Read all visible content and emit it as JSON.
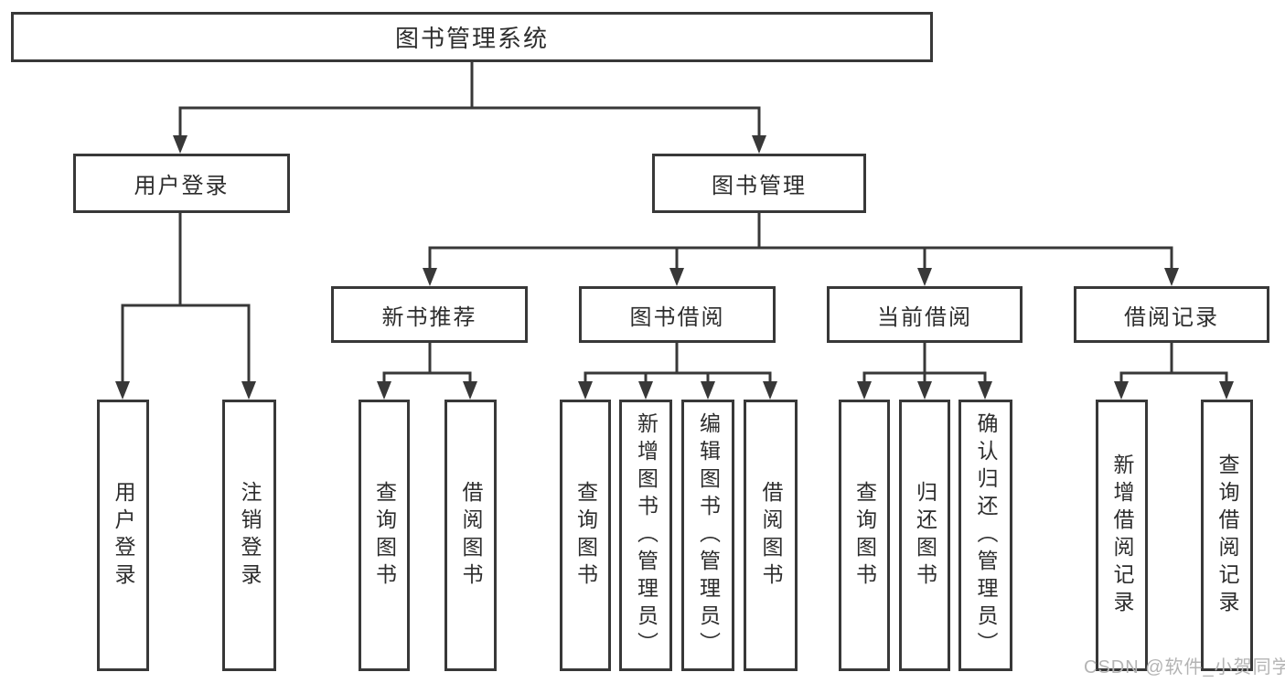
{
  "tree": {
    "root": "图书管理系统",
    "children": [
      {
        "label": "用户登录",
        "children": [
          "用户登录",
          "注销登录"
        ]
      },
      {
        "label": "图书管理",
        "children": [
          {
            "label": "新书推荐",
            "children": [
              "查询图书",
              "借阅图书"
            ]
          },
          {
            "label": "图书借阅",
            "children": [
              "查询图书",
              "新增图书（管理员）",
              "编辑图书（管理员）",
              "借阅图书"
            ]
          },
          {
            "label": "当前借阅",
            "children": [
              "查询图书",
              "归还图书",
              "确认归还（管理员）"
            ]
          },
          {
            "label": "借阅记录",
            "children": [
              "新增借阅记录",
              "查询借阅记录"
            ]
          }
        ]
      }
    ]
  },
  "watermark": "CSDN @软件_小贺同学",
  "colors": {
    "background": "#ffffff",
    "box_fill": "#ffffff",
    "border": "#383838",
    "line": "#383838",
    "text": "#2d2d2d",
    "watermark_text": "#b4b4b4"
  }
}
